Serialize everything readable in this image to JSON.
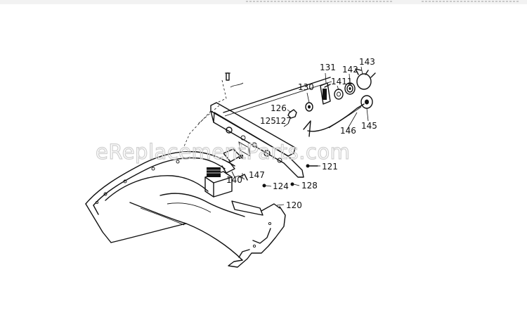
{
  "header": {
    "fragment_left": "©© —",
    "fragment_right": "— —"
  },
  "watermark": "eReplacementParts.com",
  "parts": [
    {
      "id": "143",
      "label": "143"
    },
    {
      "id": "131",
      "label": "131"
    },
    {
      "id": "142",
      "label": "142"
    },
    {
      "id": "1411",
      "label": "1411"
    },
    {
      "id": "130",
      "label": "130"
    },
    {
      "id": "126",
      "label": "126"
    },
    {
      "id": "125",
      "label": "125"
    },
    {
      "id": "127",
      "label": "127"
    },
    {
      "id": "146",
      "label": "146"
    },
    {
      "id": "145",
      "label": "145"
    },
    {
      "id": "121",
      "label": "121"
    },
    {
      "id": "147",
      "label": "147"
    },
    {
      "id": "140",
      "label": "140"
    },
    {
      "id": "124",
      "label": "124"
    },
    {
      "id": "128",
      "label": "128"
    },
    {
      "id": "120",
      "label": "120"
    }
  ]
}
